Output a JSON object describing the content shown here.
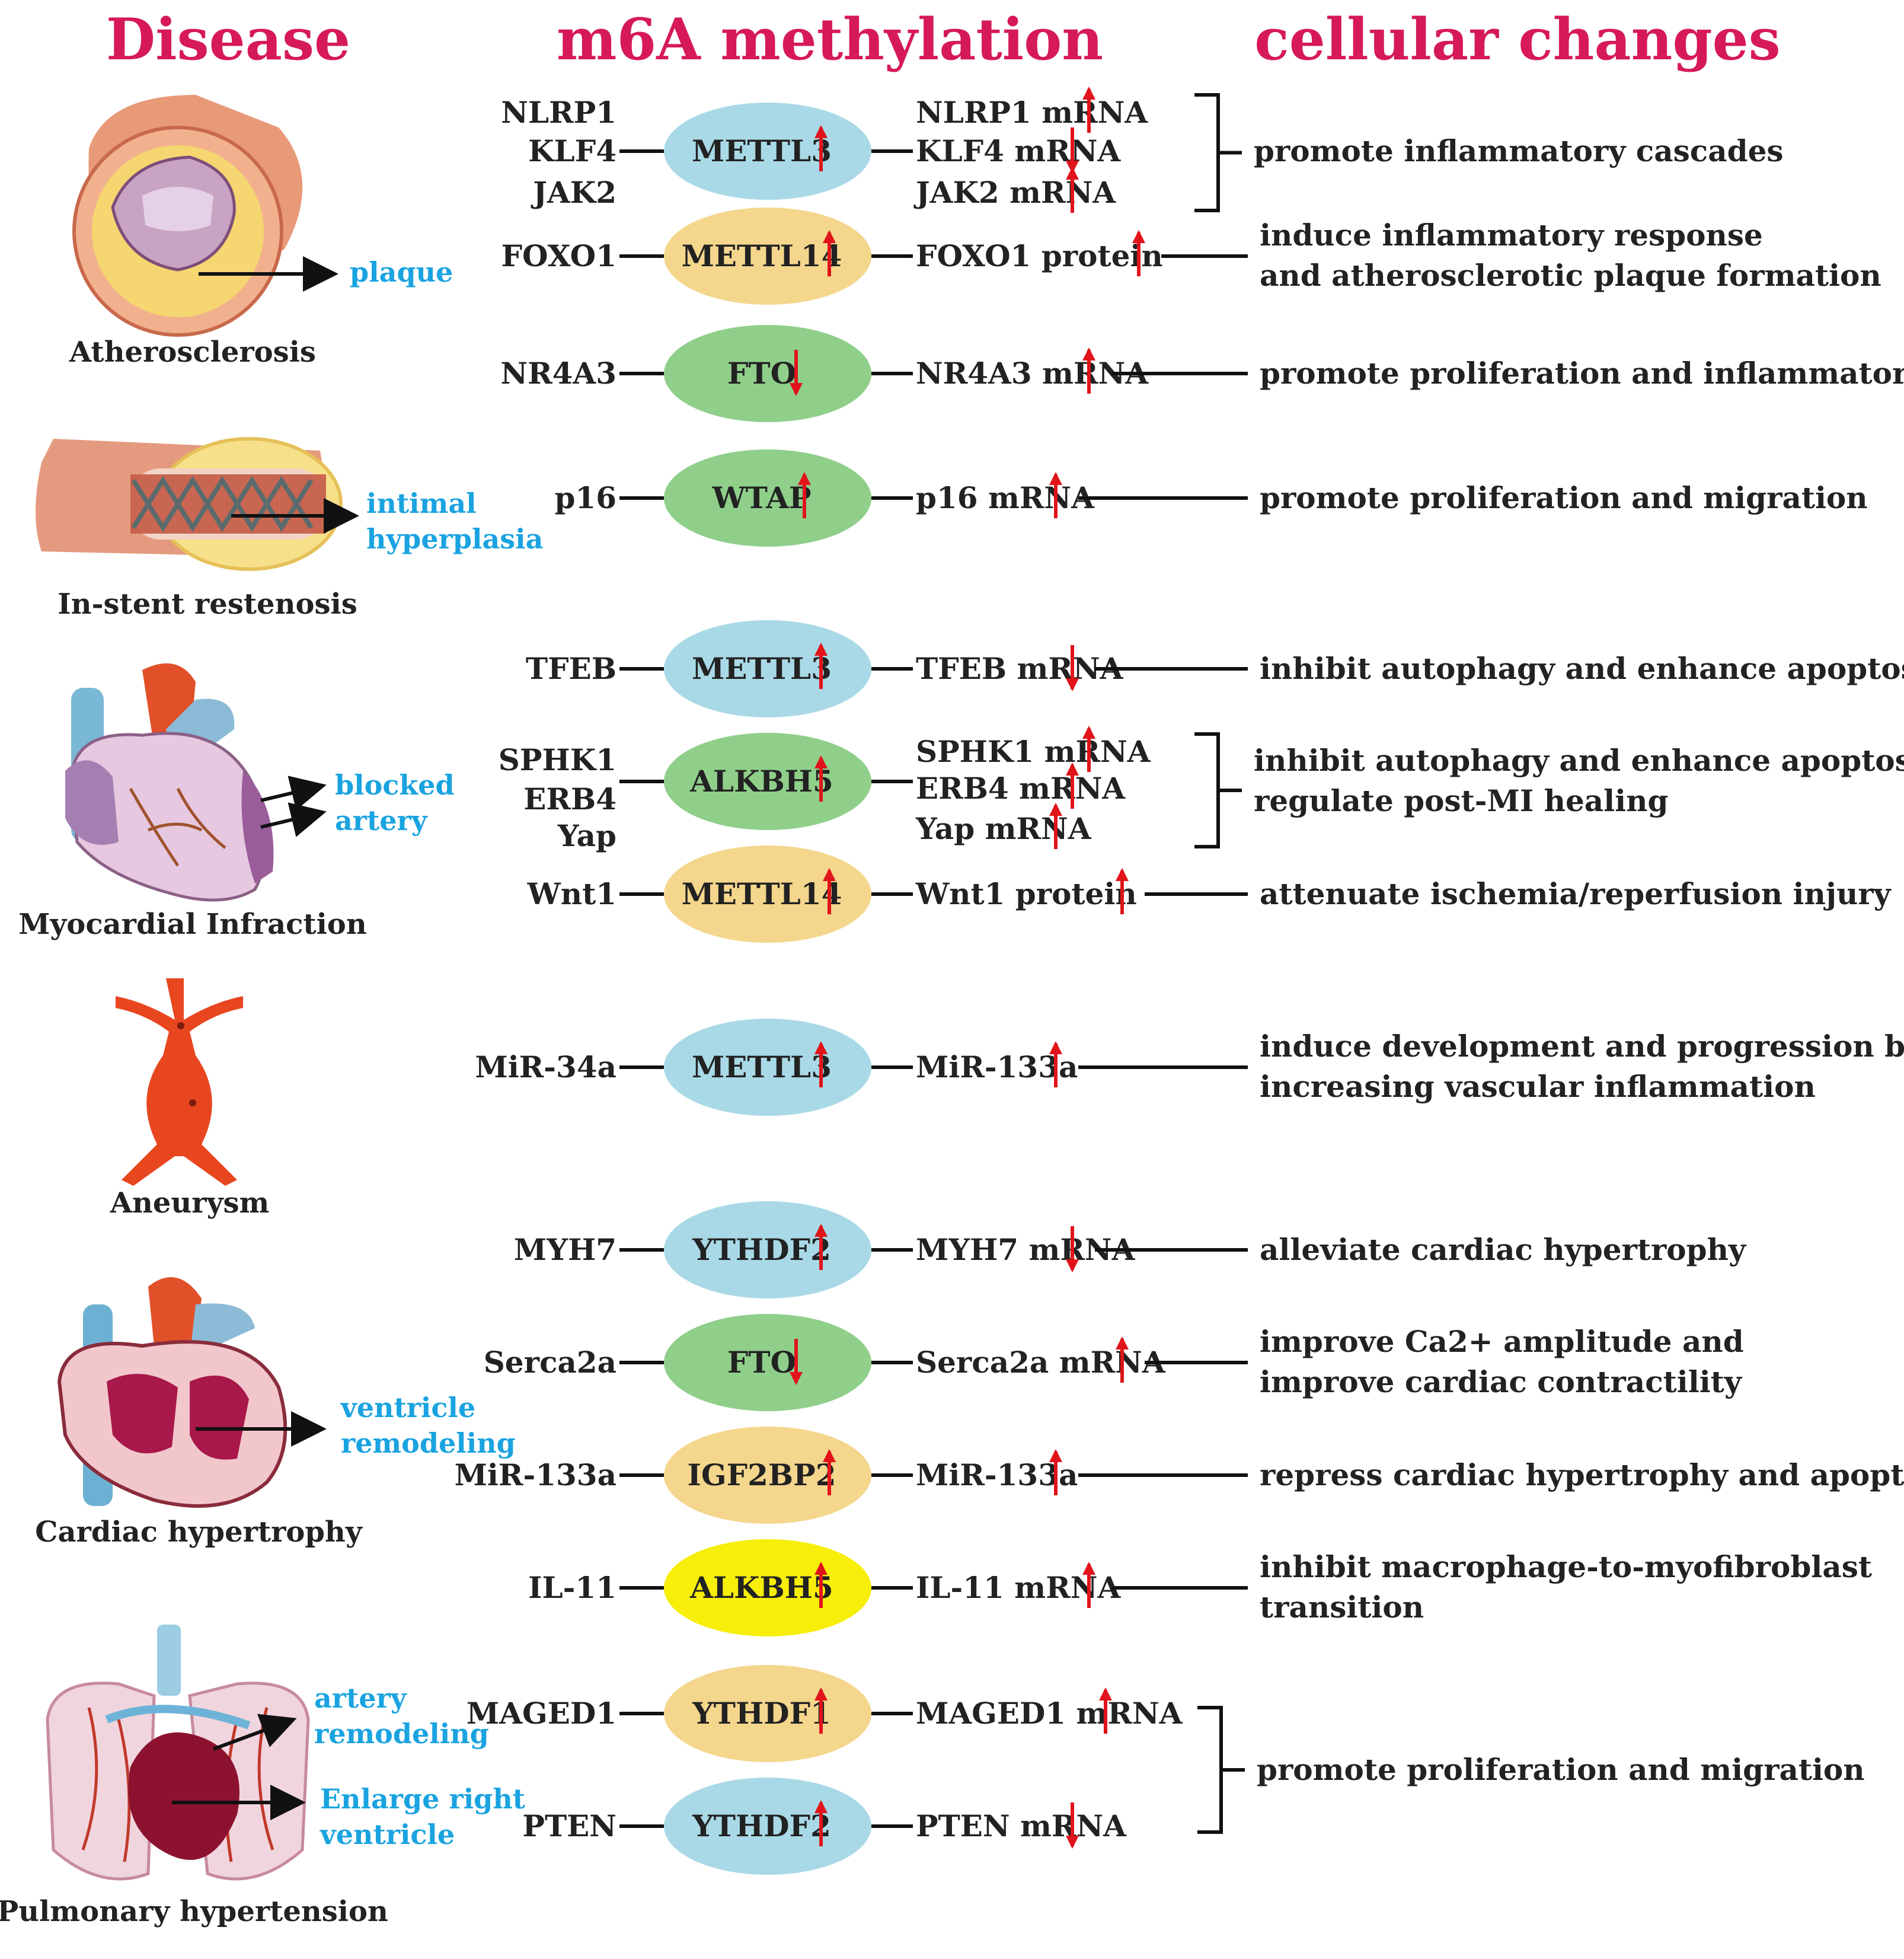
{
  "headers": {
    "disease": "Disease",
    "methylation": "m6A methylation",
    "changes": "cellular changes"
  },
  "colors": {
    "header": "#d6195b",
    "label_blue": "#1aa3e0",
    "arrow_red": "#e0141a",
    "enzyme_blue": "#a9d9e6",
    "enzyme_orange": "#f4d68c",
    "enzyme_green": "#8fcf8a",
    "enzyme_yellow": "#f7ee0a"
  },
  "diseases": [
    {
      "name": "Atherosclerosis",
      "icon": "artery-plaque-icon",
      "labels": [
        "plaque"
      ]
    },
    {
      "name": "In-stent restenosis",
      "icon": "stent-artery-icon",
      "labels": [
        "intimal",
        "hyperplasia"
      ]
    },
    {
      "name": "Myocardial Infraction",
      "icon": "heart-blocked-artery-icon",
      "labels": [
        "blocked",
        "artery"
      ]
    },
    {
      "name": "Aneurysm",
      "icon": "aorta-aneurysm-icon",
      "labels": []
    },
    {
      "name": "Cardiac hypertrophy",
      "icon": "hypertrophic-heart-icon",
      "labels": [
        "ventricle",
        "remodeling"
      ]
    },
    {
      "name": "Pulmonary hypertension",
      "icon": "lungs-heart-icon",
      "labels": [
        "artery",
        "remodeling",
        "Enlarge right",
        "ventricle"
      ]
    }
  ],
  "rows": [
    {
      "id": "r1",
      "enzyme": "METTL3",
      "color": "blue",
      "enzyme_dir": "up",
      "targets": [
        {
          "gene": "NLRP1",
          "product": "NLRP1 mRNA",
          "dir": "up"
        },
        {
          "gene": "KLF4",
          "product": "KLF4 mRNA",
          "dir": "down"
        },
        {
          "gene": "JAK2",
          "product": "JAK2 mRNA",
          "dir": "up"
        }
      ],
      "effect": [
        "promote inflammatory cascades"
      ]
    },
    {
      "id": "r2",
      "enzyme": "METTL14",
      "color": "orange",
      "enzyme_dir": "up",
      "targets": [
        {
          "gene": "FOXO1",
          "product": "FOXO1 protein",
          "dir": "up"
        }
      ],
      "effect": [
        "induce inflammatory response",
        "and atherosclerotic plaque formation"
      ]
    },
    {
      "id": "r3",
      "enzyme": "FTO",
      "color": "green",
      "enzyme_dir": "down",
      "targets": [
        {
          "gene": "NR4A3",
          "product": "NR4A3 mRNA",
          "dir": "up"
        }
      ],
      "effect": [
        "promote proliferation and inflammatory"
      ]
    },
    {
      "id": "r4",
      "enzyme": "WTAP",
      "color": "green",
      "enzyme_dir": "up",
      "targets": [
        {
          "gene": "p16",
          "product": "p16 mRNA",
          "dir": "up"
        }
      ],
      "effect": [
        "promote proliferation and migration"
      ]
    },
    {
      "id": "r5",
      "enzyme": "METTL3",
      "color": "blue",
      "enzyme_dir": "up",
      "targets": [
        {
          "gene": "TFEB",
          "product": "TFEB mRNA",
          "dir": "down"
        }
      ],
      "effect": [
        "inhibit autophagy and enhance apoptosis"
      ]
    },
    {
      "id": "r6",
      "enzyme": "ALKBH5",
      "color": "green",
      "enzyme_dir": "up",
      "targets": [
        {
          "gene": "SPHK1",
          "product": "SPHK1 mRNA",
          "dir": "up"
        },
        {
          "gene": "ERB4",
          "product": "ERB4 mRNA",
          "dir": "up"
        },
        {
          "gene": "Yap",
          "product": "Yap mRNA",
          "dir": "up"
        }
      ],
      "effect": [
        "inhibit autophagy and enhance apoptosis",
        "regulate post-MI healing"
      ]
    },
    {
      "id": "r7",
      "enzyme": "METTL14",
      "color": "orange",
      "enzyme_dir": "up",
      "targets": [
        {
          "gene": "Wnt1",
          "product": "Wnt1 protein",
          "dir": "up"
        }
      ],
      "effect": [
        "attenuate ischemia/reperfusion injury"
      ]
    },
    {
      "id": "r8",
      "enzyme": "METTL3",
      "color": "blue",
      "enzyme_dir": "up",
      "targets": [
        {
          "gene": "MiR-34a",
          "product": "MiR-133a",
          "dir": "up"
        }
      ],
      "effect": [
        "induce development and progression by",
        "increasing vascular inflammation"
      ]
    },
    {
      "id": "r9",
      "enzyme": "YTHDF2",
      "color": "blue",
      "enzyme_dir": "up",
      "targets": [
        {
          "gene": "MYH7",
          "product": "MYH7 mRNA",
          "dir": "down"
        }
      ],
      "effect": [
        "alleviate cardiac hypertrophy"
      ]
    },
    {
      "id": "r10",
      "enzyme": "FTO",
      "color": "green",
      "enzyme_dir": "down",
      "targets": [
        {
          "gene": "Serca2a",
          "product": "Serca2a mRNA",
          "dir": "up"
        }
      ],
      "effect": [
        "improve Ca2+ amplitude and",
        "improve cardiac contractility"
      ]
    },
    {
      "id": "r11",
      "enzyme": "IGF2BP2",
      "color": "orange",
      "enzyme_dir": "up",
      "targets": [
        {
          "gene": "MiR-133a",
          "product": "MiR-133a",
          "dir": "up"
        }
      ],
      "effect": [
        "repress cardiac hypertrophy and apoptosis"
      ]
    },
    {
      "id": "r12",
      "enzyme": "ALKBH5",
      "color": "yellow",
      "enzyme_dir": "up",
      "targets": [
        {
          "gene": "IL-11",
          "product": "IL-11 mRNA",
          "dir": "up"
        }
      ],
      "effect": [
        "inhibit macrophage-to-myofibroblast",
        "transition"
      ]
    },
    {
      "id": "r13",
      "enzyme": "YTHDF1",
      "color": "orange",
      "enzyme_dir": "up",
      "targets": [
        {
          "gene": "MAGED1",
          "product": "MAGED1 mRNA",
          "dir": "up"
        }
      ],
      "effect": []
    },
    {
      "id": "r14",
      "enzyme": "YTHDF2",
      "color": "blue",
      "enzyme_dir": "up",
      "targets": [
        {
          "gene": "PTEN",
          "product": "PTEN mRNA",
          "dir": "down"
        }
      ],
      "effect": []
    }
  ],
  "groups": [
    {
      "rows": [
        "r13",
        "r14"
      ],
      "effect": [
        "promote proliferation and migration"
      ]
    }
  ]
}
